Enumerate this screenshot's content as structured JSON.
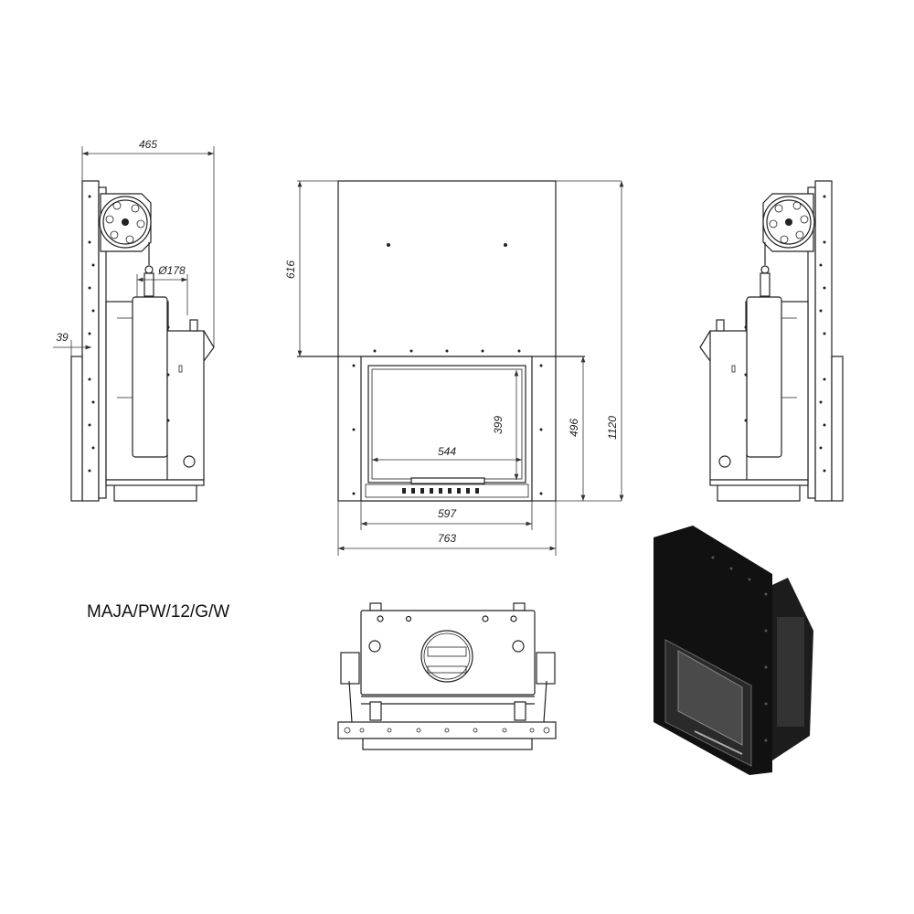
{
  "model_label": "MAJA/PW/12/G/W",
  "dimensions": {
    "side_depth": "465",
    "flue_diameter": "Ø178",
    "front_offset": "39",
    "upper_height": "616",
    "glass_height": "399",
    "glass_width": "544",
    "door_height": "496",
    "total_height": "1120",
    "door_width": "597",
    "total_width": "763"
  },
  "colors": {
    "line": "#222222",
    "render_body": "#111111",
    "render_glass": "#3a3a3a"
  }
}
